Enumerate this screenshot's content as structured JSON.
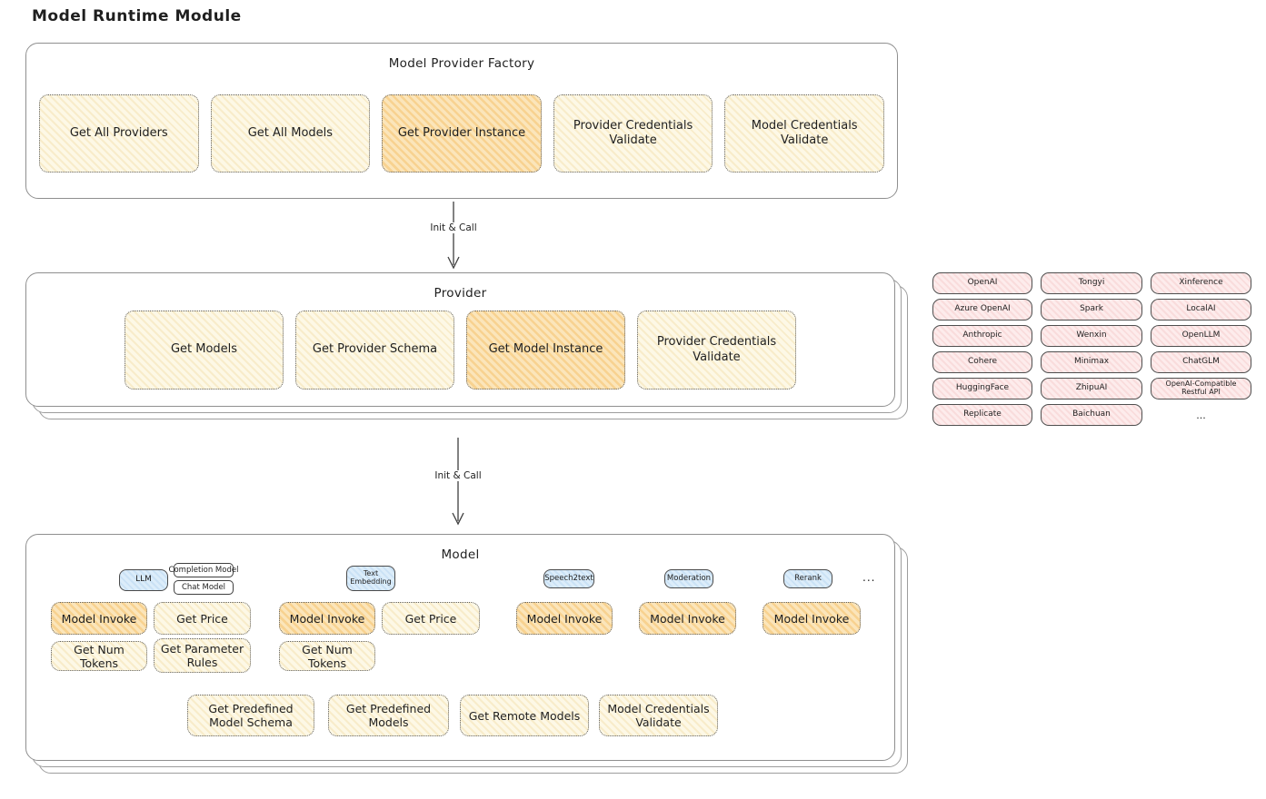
{
  "title": "Model Runtime Module",
  "colors": {
    "yellow_fill": "#fdf8e6",
    "orange_fill": "#fbe5ba",
    "pink_fill": "#fdecec",
    "blue_fill": "#dcedfa",
    "box_border": "#8f8f8f",
    "ink": "#1f1f1f"
  },
  "factory": {
    "title": "Model Provider Factory",
    "buttons": [
      {
        "label": "Get All Providers"
      },
      {
        "label": "Get All Models"
      },
      {
        "label": "Get Provider Instance"
      },
      {
        "label": "Provider Credentials Validate"
      },
      {
        "label": "Model Credentials Validate"
      }
    ]
  },
  "arrows": {
    "init_call_1": "Init & Call",
    "init_call_2": "Init & Call"
  },
  "provider": {
    "title": "Provider",
    "buttons": [
      {
        "label": "Get Models"
      },
      {
        "label": "Get Provider Schema"
      },
      {
        "label": "Get Model Instance"
      },
      {
        "label": "Provider Credentials Validate"
      }
    ]
  },
  "provider_list": {
    "items": [
      "OpenAI",
      "Tongyi",
      "Xinference",
      "Azure OpenAI",
      "Spark",
      "LocalAI",
      "Anthropic",
      "Wenxin",
      "OpenLLM",
      "Cohere",
      "Minimax",
      "ChatGLM",
      "HuggingFace",
      "ZhipuAI",
      "OpenAI-Compatible Restful API",
      "Replicate",
      "Baichuan"
    ],
    "more": "..."
  },
  "model": {
    "title": "Model",
    "tags": {
      "llm": "LLM",
      "completion": "Completion Model",
      "chat": "Chat Model",
      "text_embedding": "Text Embedding",
      "speech2text": "Speech2text",
      "moderation": "Moderation",
      "rerank": "Rerank",
      "more": "..."
    },
    "buttons": {
      "invoke_llm": "Model Invoke",
      "price_llm": "Get Price",
      "tokens_llm": "Get Num Tokens",
      "rules_llm": "Get Parameter Rules",
      "invoke_te": "Model Invoke",
      "price_te": "Get Price",
      "tokens_te": "Get Num Tokens",
      "invoke_s2t": "Model Invoke",
      "invoke_mod": "Model Invoke",
      "invoke_rerank": "Model Invoke",
      "schema": "Get Predefined Model Schema",
      "predefined": "Get Predefined Models",
      "remote": "Get Remote Models",
      "validate": "Model Credentials Validate"
    }
  }
}
